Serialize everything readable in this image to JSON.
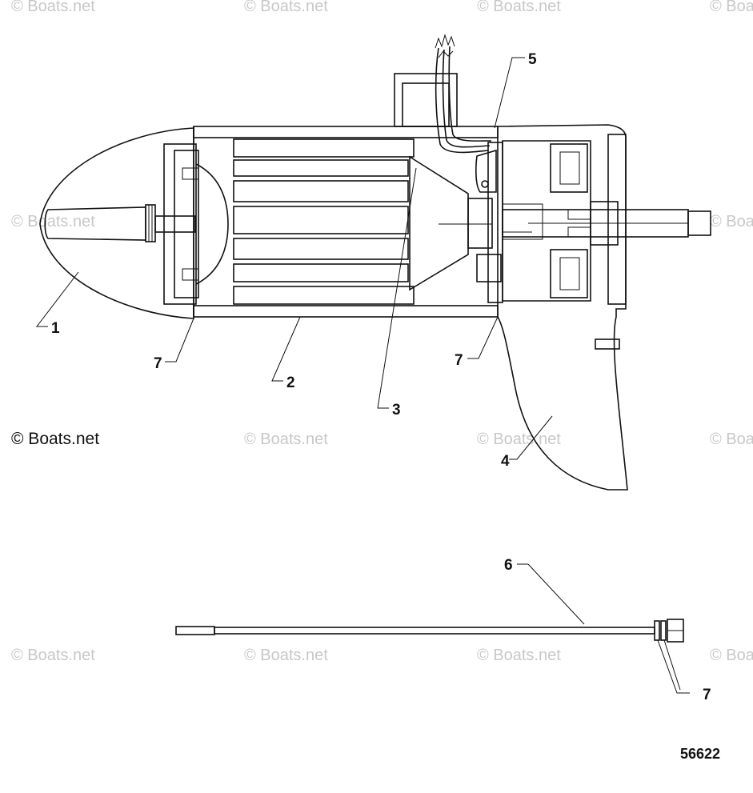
{
  "watermark": {
    "text": "© Boats.net"
  },
  "callouts": {
    "c1": "1",
    "c2": "2",
    "c3": "3",
    "c4": "4",
    "c5": "5",
    "c6": "6",
    "c7a": "7",
    "c7b": "7",
    "c7c": "7"
  },
  "diagram_number": "56622"
}
